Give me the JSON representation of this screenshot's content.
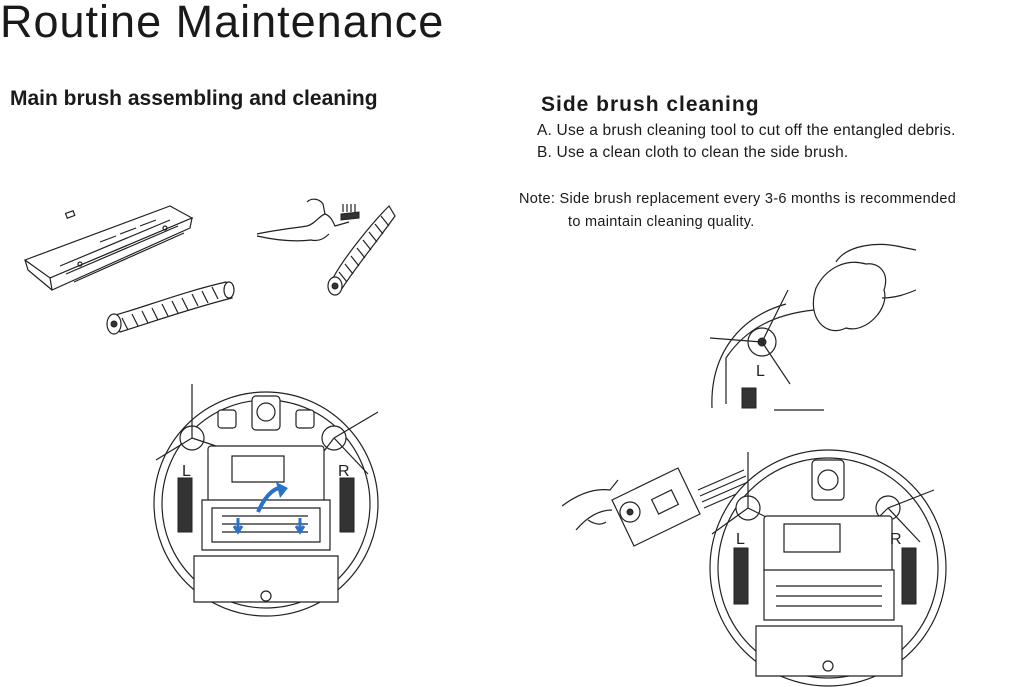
{
  "page": {
    "title": "Routine Maintenance"
  },
  "main_brush": {
    "heading": "Main brush assembling and cleaning"
  },
  "side_brush": {
    "heading": "Side brush cleaning",
    "steps": [
      "A. Use a brush cleaning tool to cut off the entangled debris.",
      "B. Use a clean cloth to clean the side brush."
    ],
    "note_line1": "Note: Side brush replacement every 3-6 months is recommended",
    "note_line2": "to maintain cleaning quality."
  },
  "illustrations": {
    "brush_labels": {
      "left": "L",
      "right": "R"
    },
    "arrow_color": "#2a72c9",
    "icons": [
      "brush-cover-illustration",
      "main-brush-illustration",
      "hand-cleaning-tool-illustration",
      "robot-underside-illustration",
      "side-brush-cloth-illustration"
    ]
  }
}
